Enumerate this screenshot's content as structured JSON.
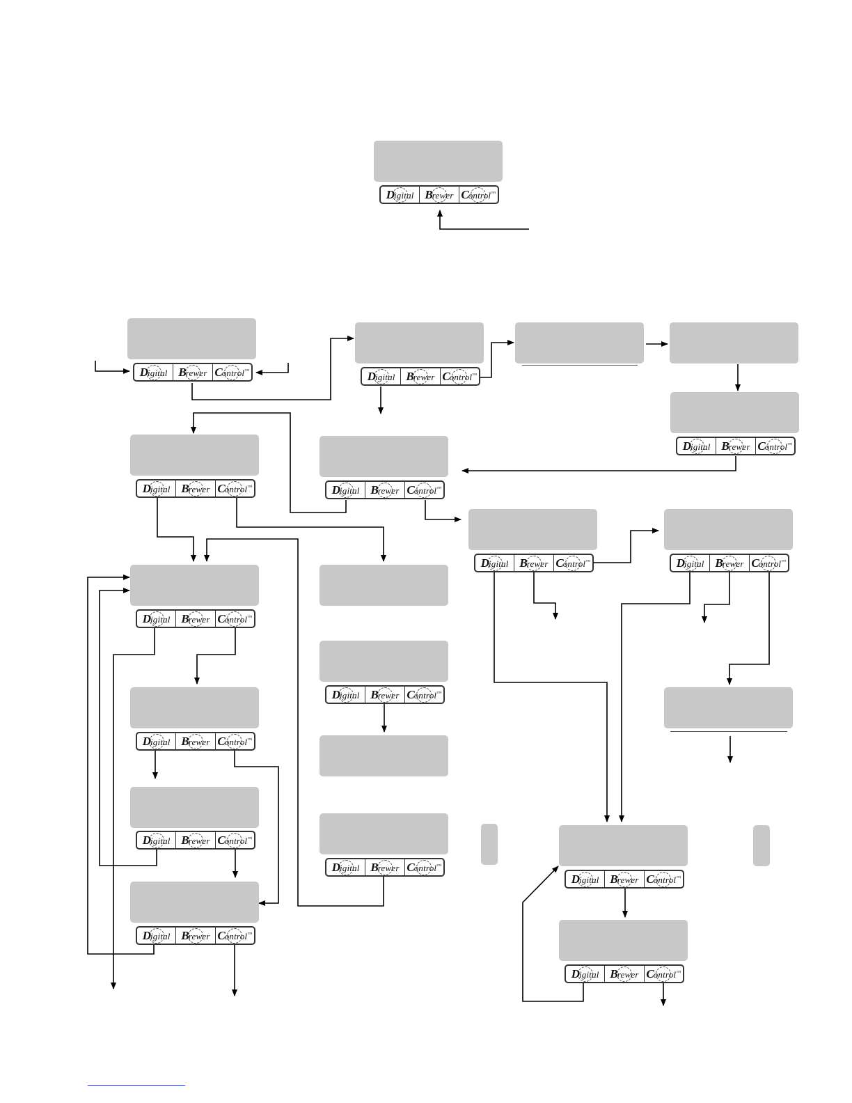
{
  "buttons": {
    "digital": "igital",
    "digital_initial": "D",
    "brewer": "rewer",
    "brewer_initial": "B",
    "control": "ontrol",
    "control_initial": "C",
    "trademark": "™"
  },
  "colors": {
    "screen": "#c8c8c8",
    "line": "#000000",
    "link_underline": "#3344cc"
  },
  "nodes": [
    {
      "id": "top",
      "panel": true
    },
    {
      "id": "main",
      "panel": true
    },
    {
      "id": "r1-b",
      "panel": true
    },
    {
      "id": "r1-c",
      "panel": false,
      "rule": true
    },
    {
      "id": "r1-d",
      "panel": false
    },
    {
      "id": "r2-d",
      "panel": true
    },
    {
      "id": "l-1",
      "panel": true
    },
    {
      "id": "m-1",
      "panel": true
    },
    {
      "id": "mr-1",
      "panel": true
    },
    {
      "id": "r-1",
      "panel": true
    },
    {
      "id": "l-2",
      "panel": true
    },
    {
      "id": "m-2",
      "panel": false
    },
    {
      "id": "l-3",
      "panel": true
    },
    {
      "id": "m-3",
      "panel": true
    },
    {
      "id": "r-2",
      "panel": false,
      "rule": true
    },
    {
      "id": "m-4",
      "panel": false
    },
    {
      "id": "l-4",
      "panel": true
    },
    {
      "id": "m-5",
      "panel": true
    },
    {
      "id": "br-1",
      "panel": true
    },
    {
      "id": "l-5",
      "panel": true
    },
    {
      "id": "br-2",
      "panel": true
    }
  ]
}
